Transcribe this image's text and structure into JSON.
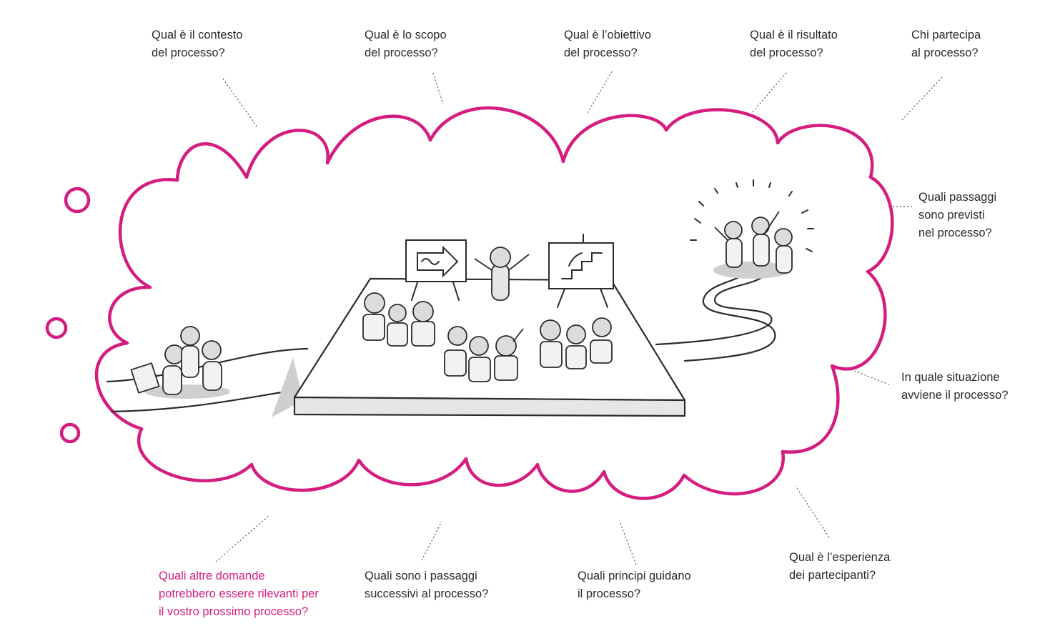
{
  "colors": {
    "cloud": "#d41d7f",
    "ink": "#2b2b2b",
    "shadow": "#cfcfcf",
    "highlight_text": "#d41d7f"
  },
  "questions": {
    "contesto": "Qual è il contesto\ndel processo?",
    "scopo": "Qual è lo scopo\ndel processo?",
    "obiettivo": "Qual è l’obiettivo\ndel processo?",
    "risultato": "Qual è il risultato\ndel processo?",
    "partecipa": "Chi partecipa\nal processo?",
    "passaggi_previsti": "Quali passaggi\nsono previsti\nnel processo?",
    "situazione": "In quale situazione\navviene il processo?",
    "esperienza": "Qual è l’esperienza\ndei partecipanti?",
    "principi": "Quali principi guidano\nil processo?",
    "passaggi_successivi": "Quali sono i passaggi\nsuccessivi al processo?",
    "altre_domande": "Quali altre domande\npotrebbero essere rilevanti per\nil vostro prossimo processo?"
  }
}
